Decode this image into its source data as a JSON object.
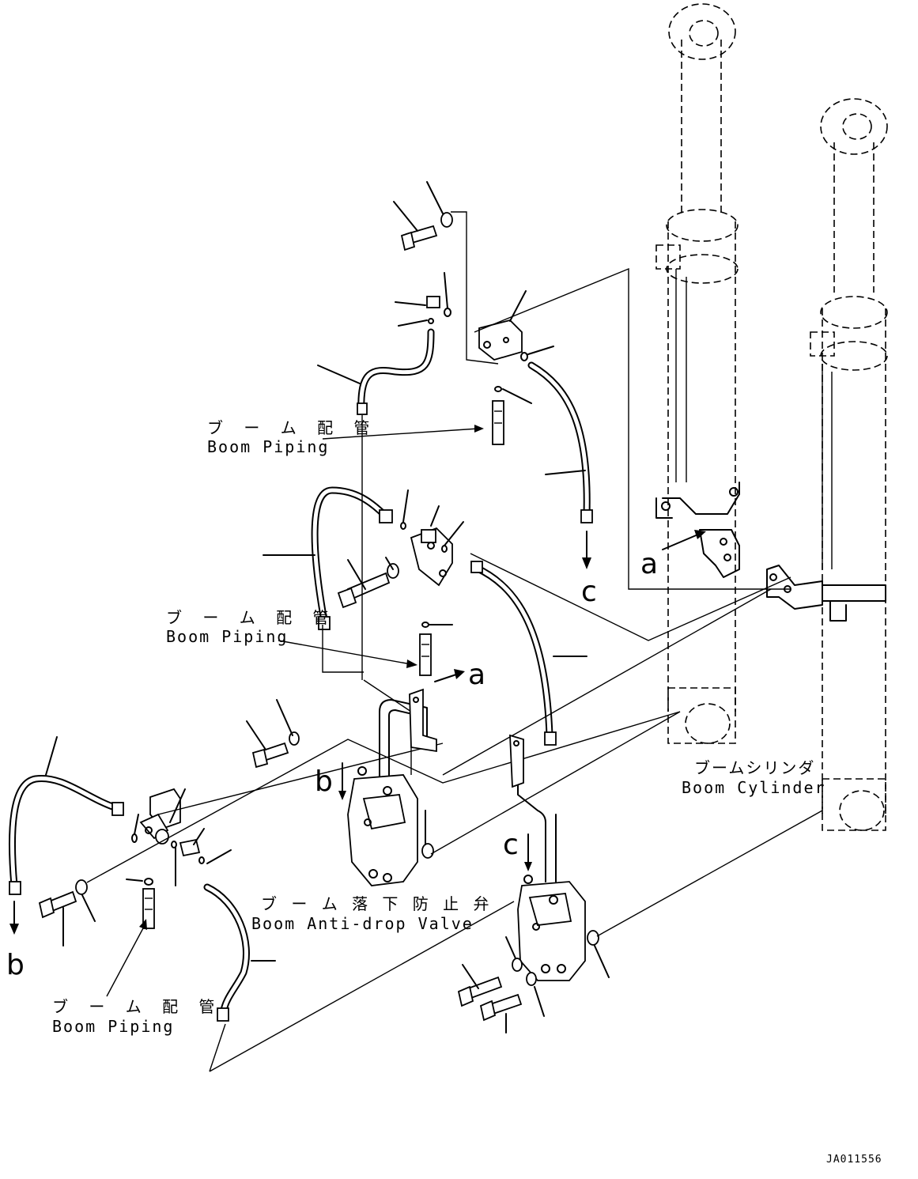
{
  "labels": {
    "boom_piping_jp": "ブ ー ム 配 管",
    "boom_piping_en": "Boom Piping",
    "boom_cylinder_jp": "ブームシリンダ",
    "boom_cylinder_en": "Boom Cylinder",
    "anti_drop_jp": "ブ ー ム 落 下 防 止 弁",
    "anti_drop_en": "Boom Anti-drop Valve"
  },
  "refs": {
    "a": "a",
    "b": "b",
    "c": "c"
  },
  "drawing_code": "JA011556"
}
